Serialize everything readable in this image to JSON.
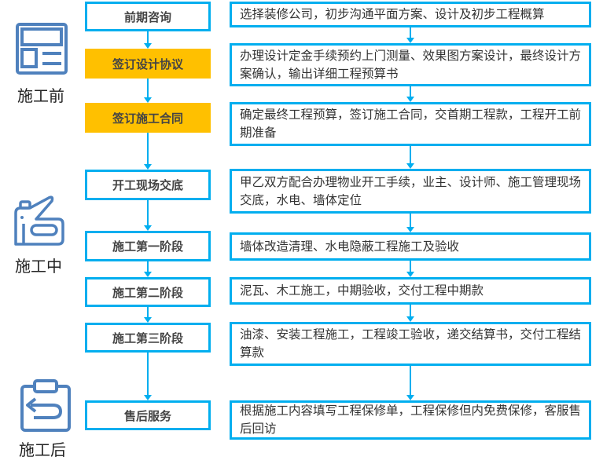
{
  "phases": [
    {
      "label": "施工前",
      "icon": "form-layout-icon"
    },
    {
      "label": "施工中",
      "icon": "stapler-tool-icon"
    },
    {
      "label": "施工后",
      "icon": "clipboard-return-icon"
    }
  ],
  "steps": [
    {
      "title": "前期咨询",
      "highlight": false,
      "desc": "选择装修公司，初步沟通平面方案、设计及初步工程概算"
    },
    {
      "title": "签订设计协议",
      "highlight": true,
      "desc": "办理设计定金手续预约上门测量、效果图方案设计，最终设计方案确认，输出详细工程预算书"
    },
    {
      "title": "签订施工合同",
      "highlight": true,
      "desc": "确定最终工程预算，签订施工合同，交首期工程款，工程开工前期准备"
    },
    {
      "title": "开工现场交底",
      "highlight": false,
      "desc": "甲乙双方配合办理物业开工手续，业主、设计师、施工管理现场交底，水电、墙体定位"
    },
    {
      "title": "施工第一阶段",
      "highlight": false,
      "desc": "墙体改造清理、水电隐蔽工程施工及验收"
    },
    {
      "title": "施工第二阶段",
      "highlight": false,
      "desc": "泥瓦、木工施工，中期验收，交付工程中期款"
    },
    {
      "title": "施工第三阶段",
      "highlight": false,
      "desc": "油漆、安装工程施工，工程竣工验收，递交结算书，交付工程结算款"
    },
    {
      "title": "售后服务",
      "highlight": false,
      "desc": "根据施工内容填写工程保修单，工程保修但内免费保修，客服售后回访"
    }
  ],
  "colors": {
    "accent": "#00aeef",
    "highlight": "#ffc000",
    "icon": "#4f81bd"
  }
}
